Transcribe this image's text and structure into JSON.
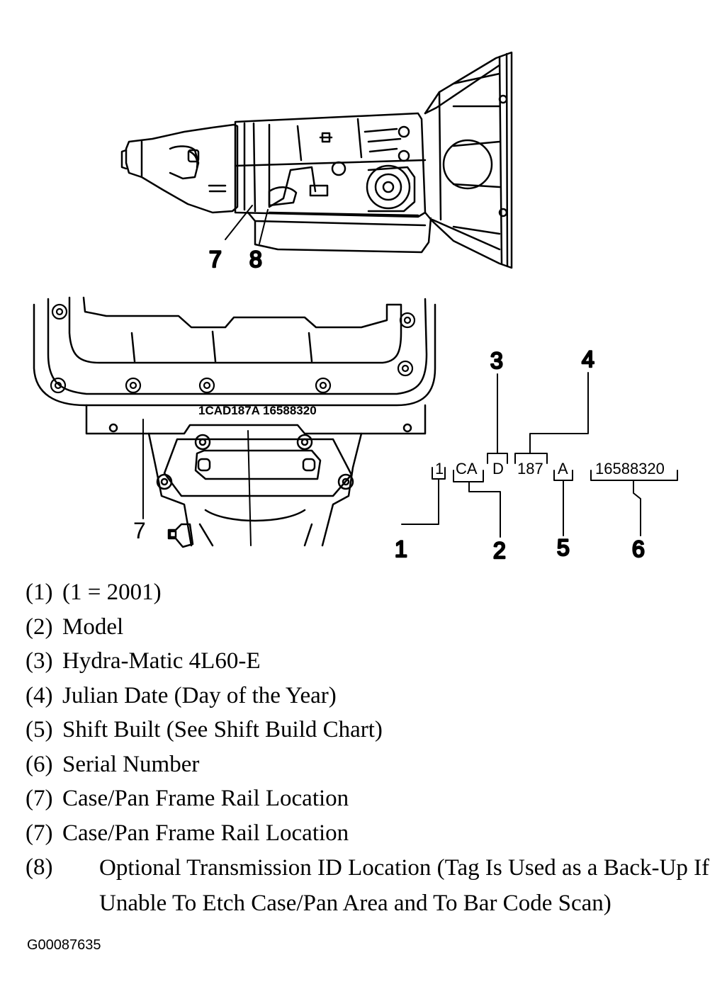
{
  "callouts": {
    "top_7": "7",
    "top_8": "8",
    "pan_7": "7",
    "c1": "1",
    "c2": "2",
    "c3": "3",
    "c4": "4",
    "c5": "5",
    "c6": "6"
  },
  "plate_text": "1CAD187A  16588320",
  "code_segments": {
    "year": "1",
    "model": "CA",
    "trans": "D",
    "julian": "187",
    "shift": "A",
    "serial": "16588320"
  },
  "legend": [
    {
      "num": "(1)",
      "text": "(1 = 2001)"
    },
    {
      "num": "(2)",
      "text": "Model"
    },
    {
      "num": "(3)",
      "text": "Hydra-Matic 4L60-E"
    },
    {
      "num": "(4)",
      "text": "Julian Date (Day of the Year)"
    },
    {
      "num": "(5)",
      "text": "Shift Built (See Shift Build Chart)"
    },
    {
      "num": "(6)",
      "text": "Serial Number"
    },
    {
      "num": "(7)",
      "text": "Case/Pan Frame Rail Location"
    },
    {
      "num": "(7)",
      "text": "Case/Pan Frame Rail Location"
    },
    {
      "num": "(8)",
      "text": "Optional Transmission ID Location (Tag Is Used as a Back-Up If Unable To Etch Case/Pan Area and To Bar Code Scan)"
    }
  ],
  "figure_id": "G00087635"
}
